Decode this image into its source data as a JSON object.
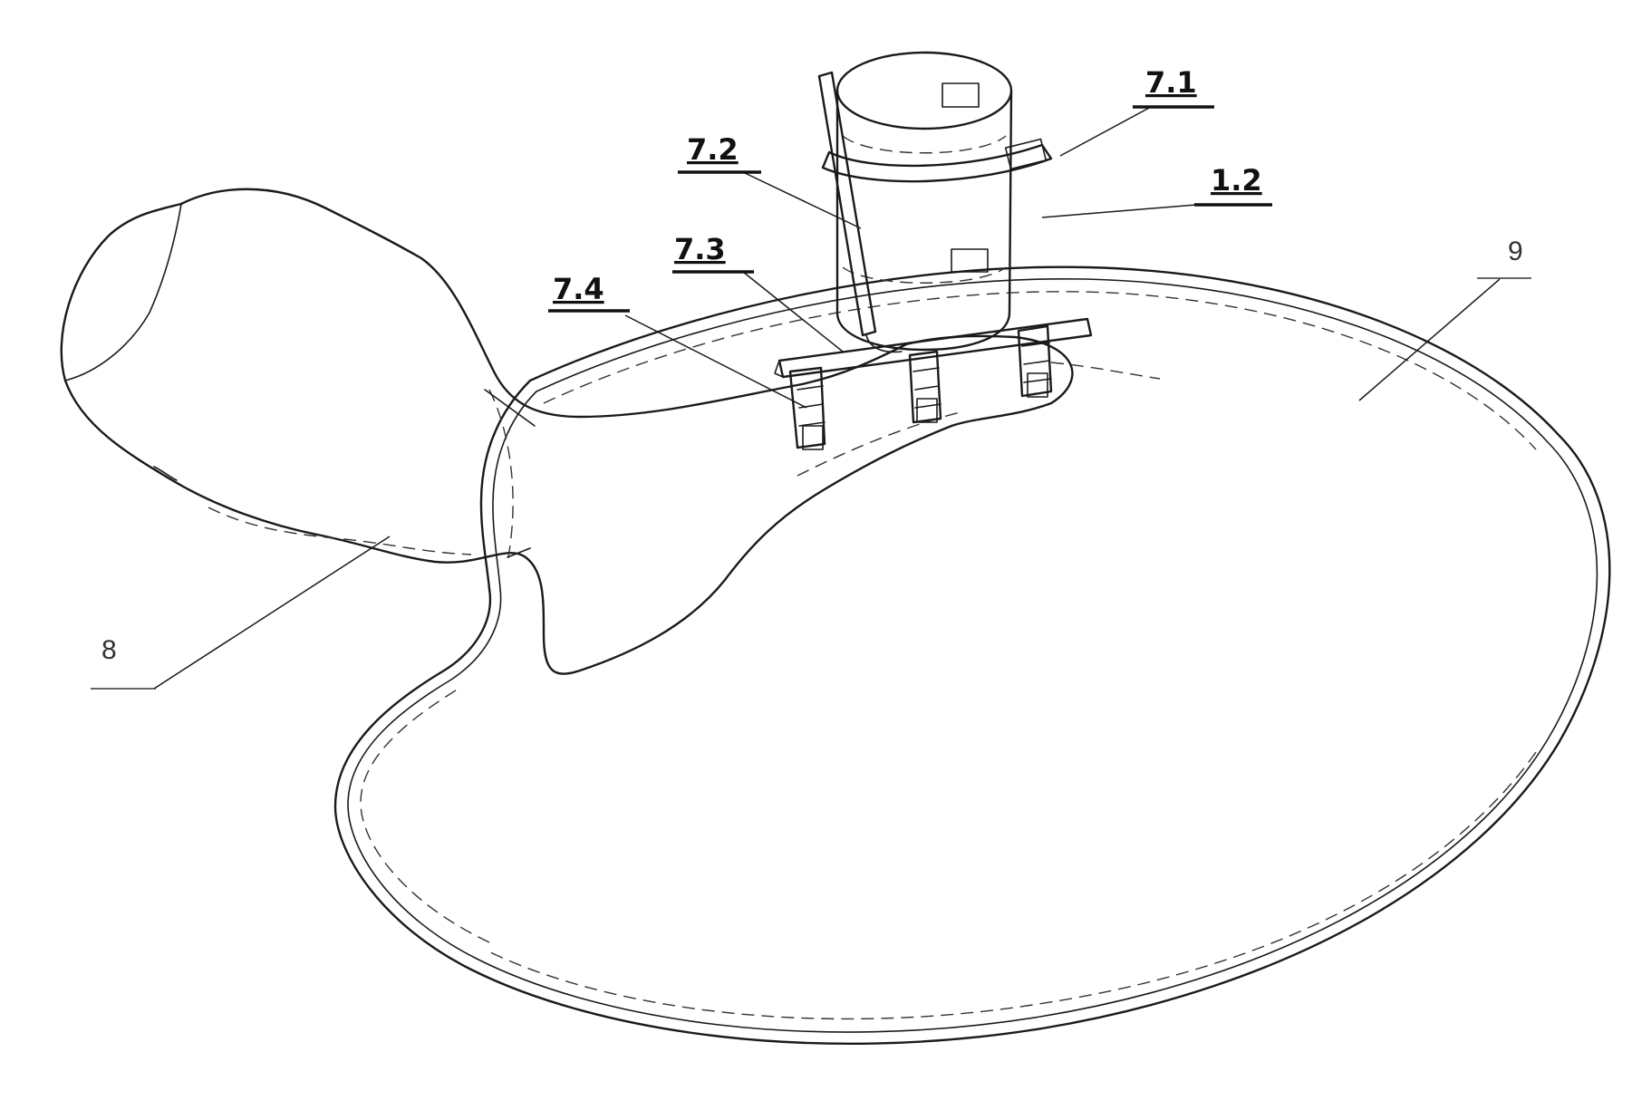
{
  "callouts": {
    "strap_7_1": "7.1",
    "upright_7_2": "7.2",
    "crossbar_7_3": "7.3",
    "clamp_7_4": "7.4",
    "bottle_1_2": "1.2",
    "tray_9": "9",
    "nipple_8": "8"
  },
  "colors": {
    "line": "#1a1a1a",
    "background": "#ffffff"
  }
}
